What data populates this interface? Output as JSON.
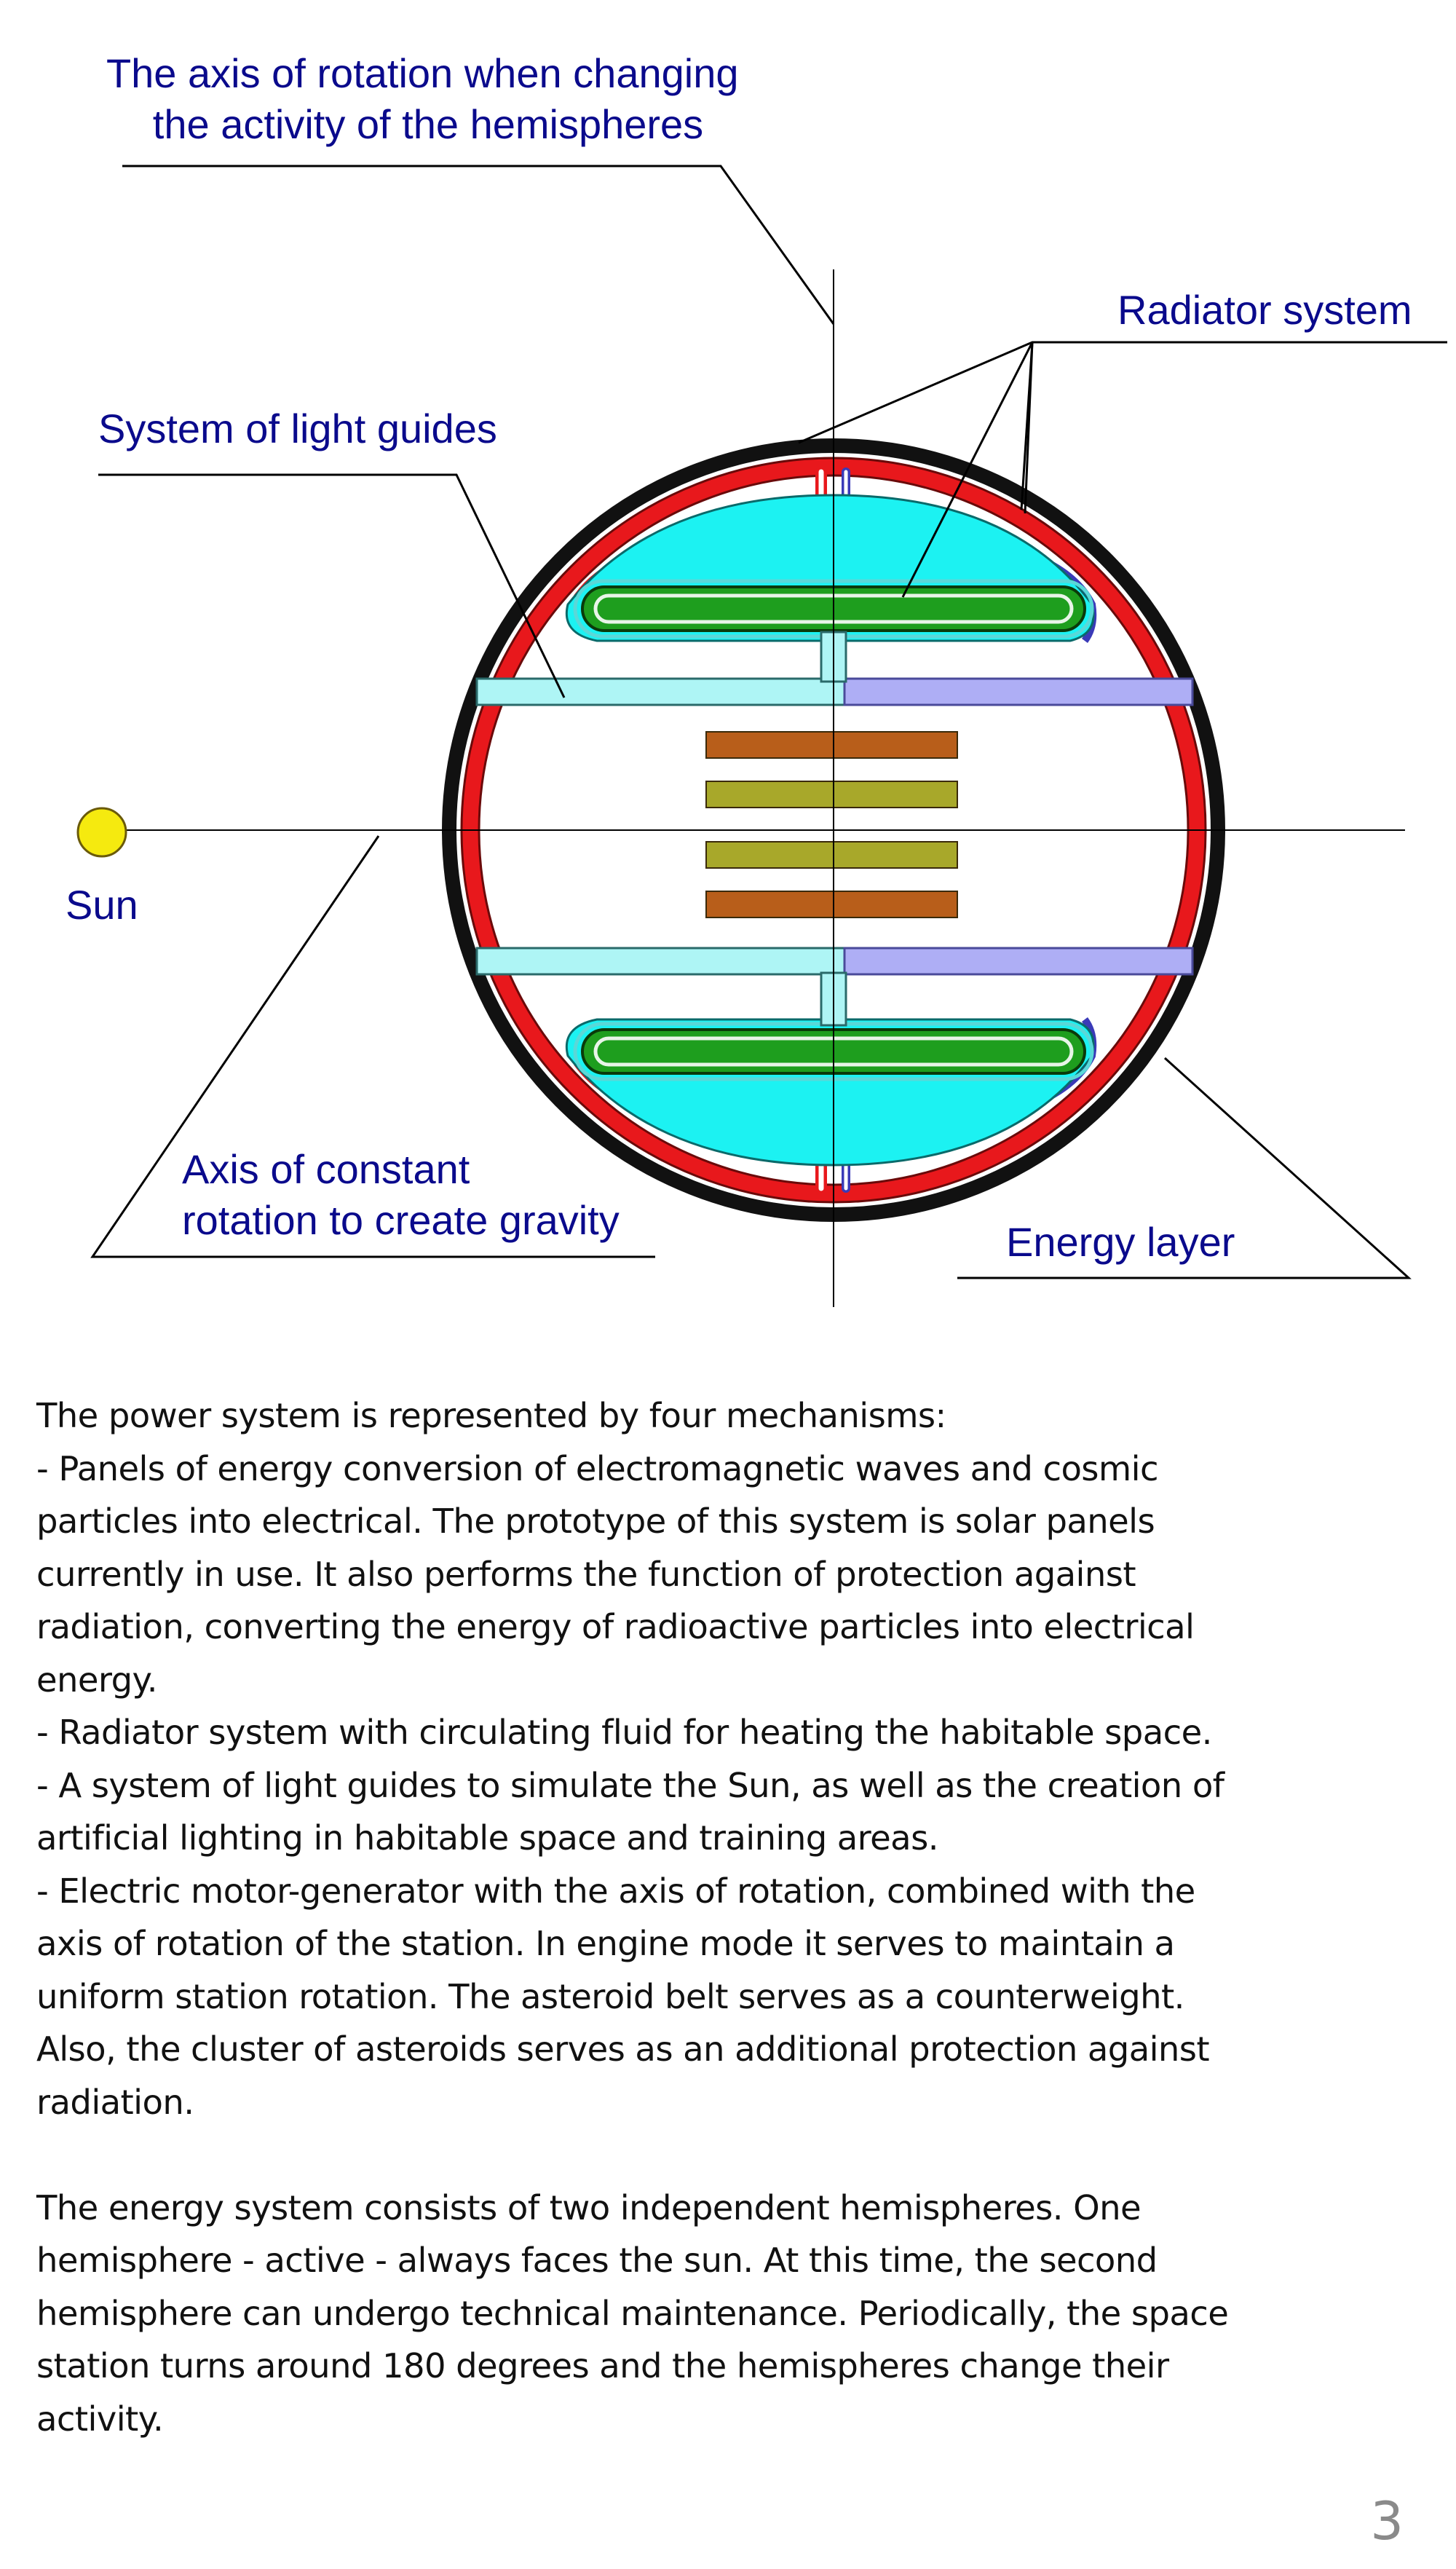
{
  "diagram": {
    "labels": {
      "axis_hemispheres_line1": "The axis of rotation when changing",
      "axis_hemispheres_line2": "the activity of the hemispheres",
      "radiator_system": "Radiator system",
      "light_guides": "System of light guides",
      "sun": "Sun",
      "axis_constant_line1": "Axis of constant",
      "axis_constant_line2": "rotation to create gravity",
      "energy_layer": "Energy layer"
    },
    "colors": {
      "label_text": "#0a0a8c",
      "outer_shell": "#111111",
      "energy_layer": "#e8181c",
      "radiator_loop": "#3a3ab8",
      "reservoir": "#1cf2f2",
      "panel_green": "#1e9e1e",
      "light_guide": "#aef5f5",
      "light_guide_alt": "#aeaef5",
      "generator_orange": "#b85e1a",
      "generator_olive": "#a8a82a",
      "sun_fill": "#f5ea0f",
      "axis_line": "#000000"
    }
  },
  "text": {
    "lines": [
      "The power system is represented by four mechanisms:",
      "- Panels of energy conversion of electromagnetic waves and cosmic",
      "particles into electrical. The prototype of this system is solar panels",
      "currently in use. It also performs the function of protection against",
      "radiation, converting the energy of radioactive particles into electrical",
      "energy.",
      "- Radiator system with circulating fluid for heating the habitable space.",
      "- A system of light guides to simulate the Sun, as well as the creation of",
      "artificial lighting in habitable space and training areas.",
      "- Electric motor-generator with the axis of rotation, combined with the",
      "axis of rotation of the station. In engine mode it serves to maintain a",
      "uniform station rotation. The asteroid belt serves as a counterweight.",
      "Also, the cluster of asteroids serves as an additional protection against",
      "radiation.",
      "",
      "The energy system consists of two independent hemispheres. One",
      "hemisphere - active - always faces the sun. At this time, the second",
      "hemisphere can undergo technical maintenance. Periodically, the space",
      "station turns around 180 degrees and the hemispheres change their",
      "activity."
    ]
  },
  "page_number": "3"
}
